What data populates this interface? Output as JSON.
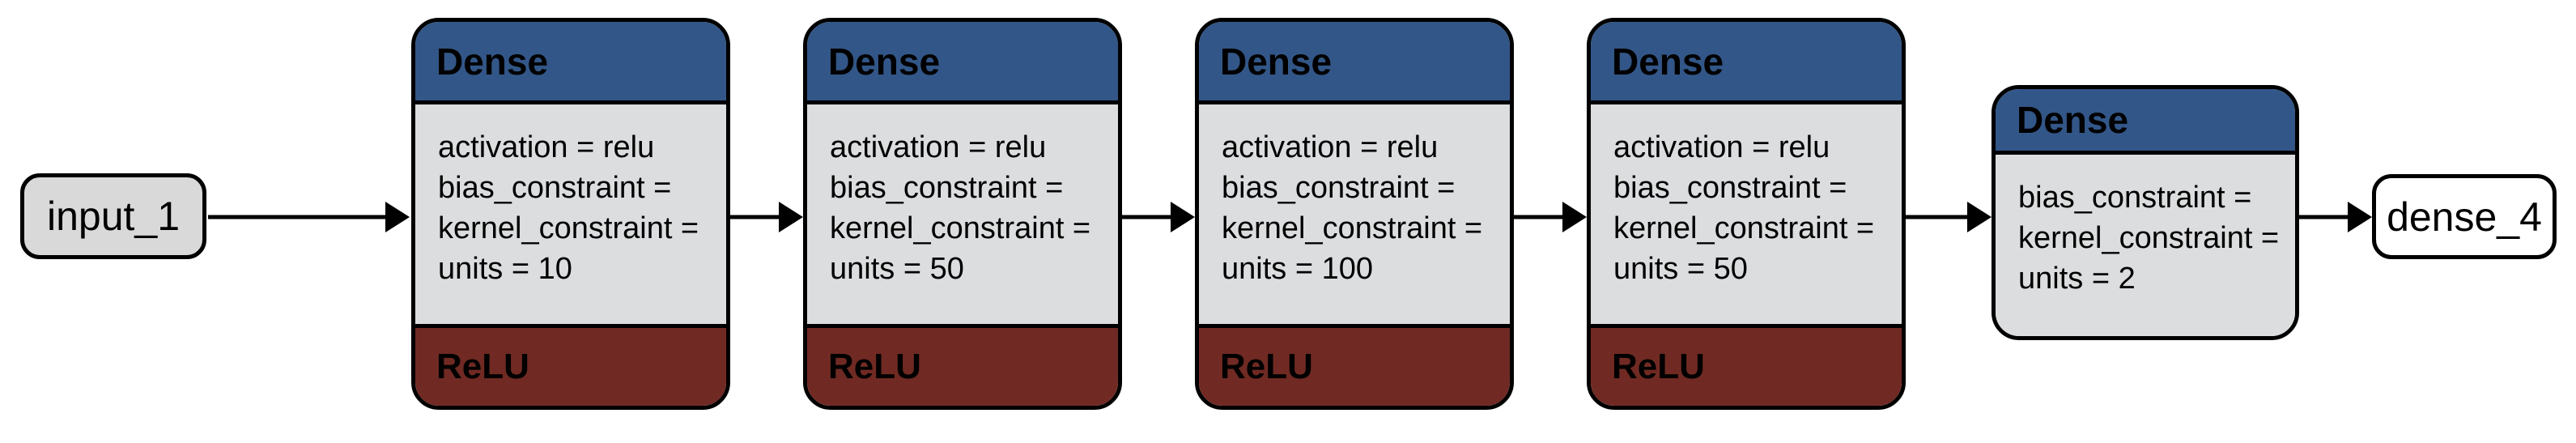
{
  "diagram": {
    "input_node": {
      "label": "input_1"
    },
    "output_node": {
      "label": "dense_4"
    },
    "layers": [
      {
        "title": "Dense",
        "params": [
          "activation = relu",
          "bias_constraint =",
          "kernel_constraint =",
          "units = 10"
        ],
        "activation": "ReLU"
      },
      {
        "title": "Dense",
        "params": [
          "activation = relu",
          "bias_constraint =",
          "kernel_constraint =",
          "units = 50"
        ],
        "activation": "ReLU"
      },
      {
        "title": "Dense",
        "params": [
          "activation = relu",
          "bias_constraint =",
          "kernel_constraint =",
          "units = 100"
        ],
        "activation": "ReLU"
      },
      {
        "title": "Dense",
        "params": [
          "activation = relu",
          "bias_constraint =",
          "kernel_constraint =",
          "units = 50"
        ],
        "activation": "ReLU"
      },
      {
        "title": "Dense",
        "params": [
          "bias_constraint =",
          "kernel_constraint =",
          "units = 2"
        ],
        "activation": null
      }
    ],
    "colors": {
      "layer_header": "#325687",
      "layer_body": "#dcddde",
      "activation_footer": "#702a23",
      "input_fill": "#d9d9d9",
      "output_fill": "#ffffff",
      "border": "#000000",
      "background": "#ffffff"
    }
  }
}
